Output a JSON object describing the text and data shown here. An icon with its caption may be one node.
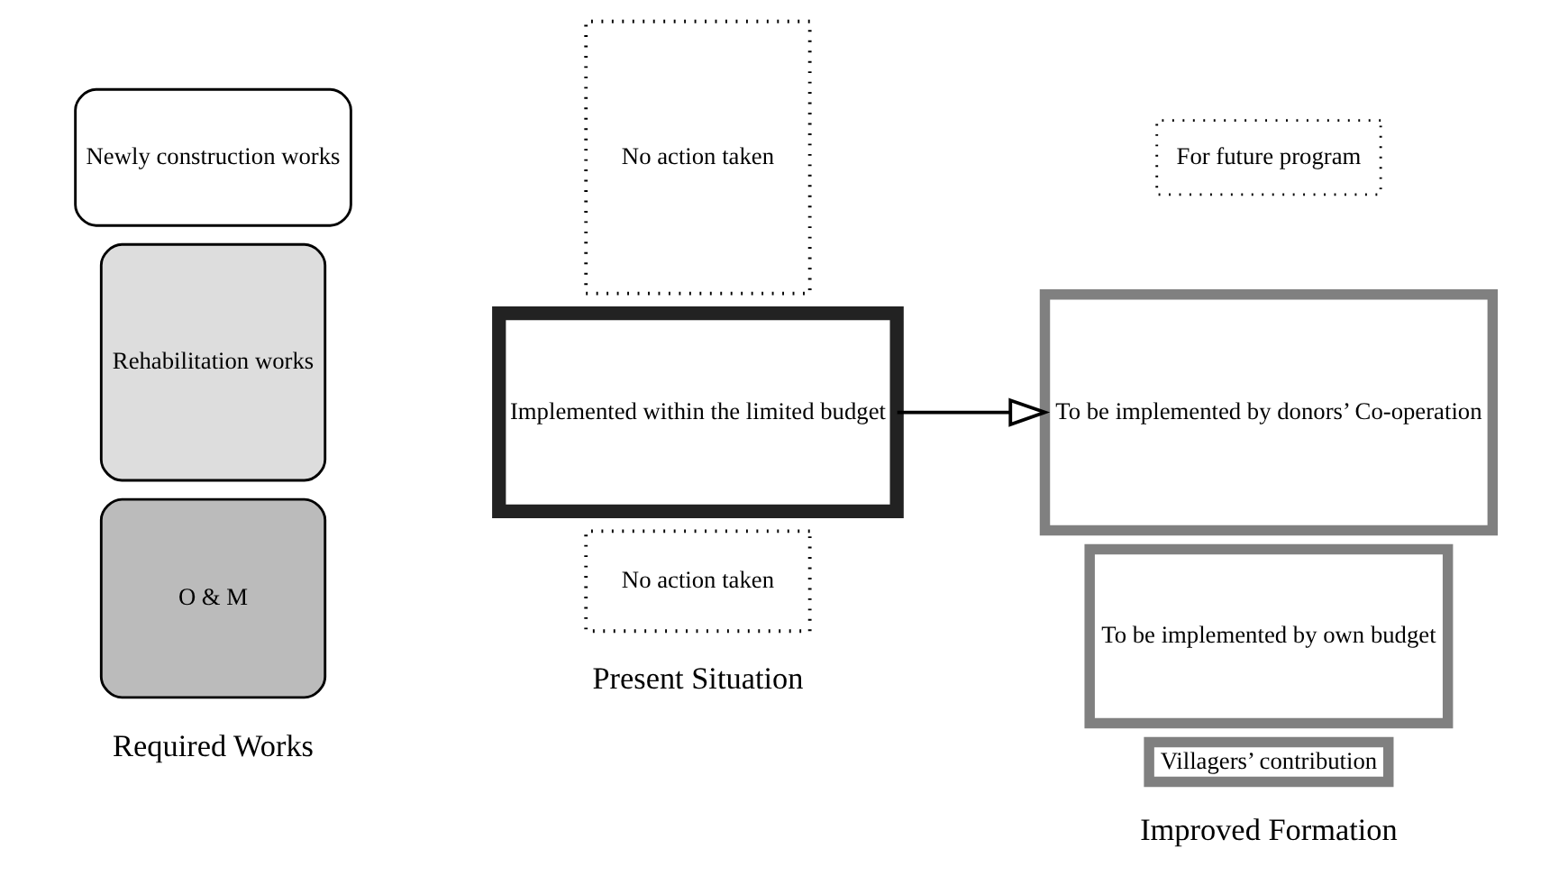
{
  "diagram": {
    "nodes": [
      {
        "text": [
          "Newly construction works"
        ]
      },
      {
        "text": [
          "Rehabilitation works"
        ]
      },
      {
        "text": [
          "O & M"
        ]
      },
      {
        "text": [
          "No action taken"
        ]
      },
      {
        "text": [
          "Implemented within the limited budget"
        ]
      },
      {
        "text": [
          "No action taken"
        ]
      },
      {
        "text": [
          "For future program"
        ]
      },
      {
        "text": [
          "To be implemented by donors’ Co-operation"
        ]
      },
      {
        "text": [
          "To be implemented by own budget"
        ]
      },
      {
        "text": [
          "Villagers’ contribution"
        ]
      }
    ],
    "edges": [
      {
        "from": 4,
        "to": 7,
        "arrow": "to"
      }
    ],
    "labels": [
      "Required Works",
      "Present Situation",
      "Improved Formation"
    ]
  }
}
